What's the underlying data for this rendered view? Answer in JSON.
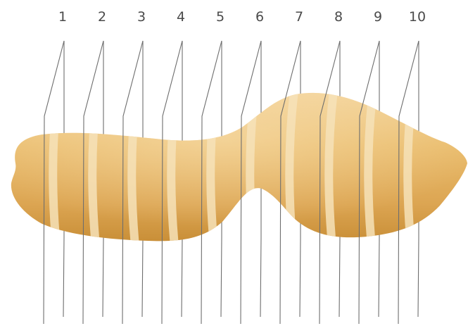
{
  "section_numbers": [
    "1",
    "2",
    "3",
    "4",
    "5",
    "6",
    "7",
    "8",
    "9",
    "10"
  ],
  "colors": {
    "body_fill_light": "#f3cf8e",
    "body_fill_mid": "#e6b563",
    "body_fill_dark": "#c98f38",
    "stripe": "#f6e2b8",
    "plane_line": "#6e6e6e",
    "label_text": "#4a4a4a"
  }
}
